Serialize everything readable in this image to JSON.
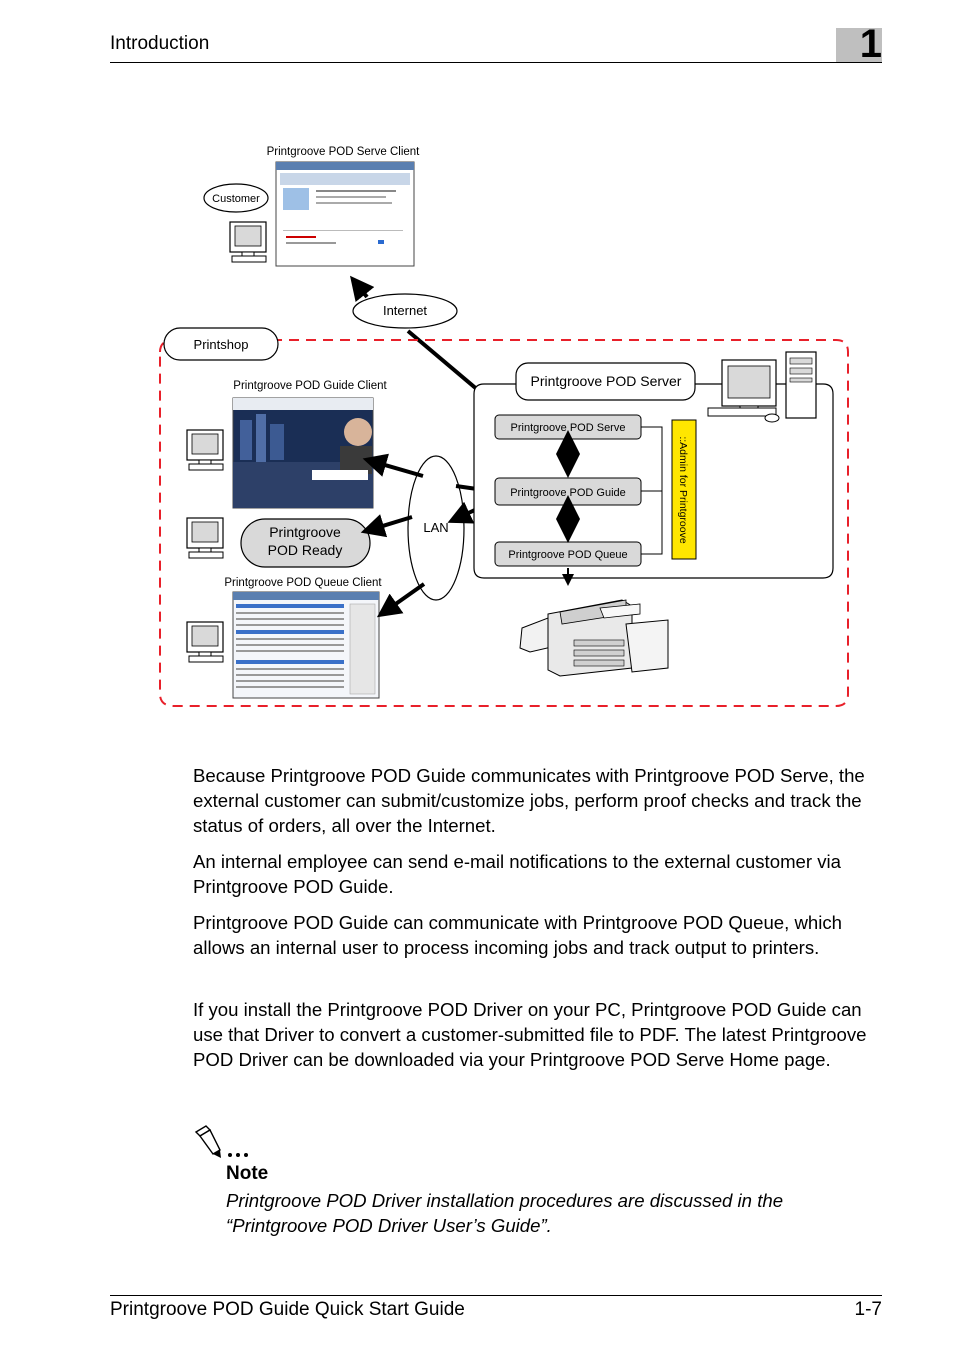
{
  "header": {
    "section_title": "Introduction",
    "chapter_number": "1"
  },
  "diagram": {
    "serve_client_label": "Printgroove POD Serve Client",
    "customer_label": "Customer",
    "internet_label": "Internet",
    "printshop_label": "Printshop",
    "guide_client_label": "Printgroove POD Guide Client",
    "server_label": "Printgroove POD Server",
    "serve_module": "Printgroove POD Serve",
    "guide_module": "Printgroove POD Guide",
    "queue_module": "Printgroove POD Queue",
    "admin_label": "::Admin for Printgroove",
    "lan_label": "LAN",
    "ready_line1": "Printgroove",
    "ready_line2": "POD Ready",
    "queue_client_label": "Printgroove POD Queue Client",
    "colors": {
      "dashed_border": "#e8202a",
      "admin_bar": "#ffe600",
      "module_fill": "#d9d9d9"
    }
  },
  "body": {
    "paragraphs": [
      "Because Printgroove POD Guide communicates with Printgroove POD Serve, the external customer can submit/customize jobs, perform proof checks and track the status of orders, all over the Internet.",
      "An internal employee can send e-mail notifications to the external customer via Printgroove POD Guide.",
      "Printgroove POD Guide can communicate with Printgroove POD Queue, which allows an internal user to process incoming jobs and track output to printers.",
      "If you install the Printgroove POD Driver on your PC, Printgroove POD Guide can use that Driver to convert a customer-submitted file to PDF. The latest Printgroove POD Driver can be downloaded via your Printgroove POD Serve Home page."
    ]
  },
  "note": {
    "icon": "pencil-note-icon",
    "title": "Note",
    "text": "Printgroove POD Driver installation procedures are discussed in the “Printgroove POD Driver User’s Guide”."
  },
  "footer": {
    "guide_title": "Printgroove POD Guide Quick Start Guide",
    "page_number": "1-7"
  }
}
